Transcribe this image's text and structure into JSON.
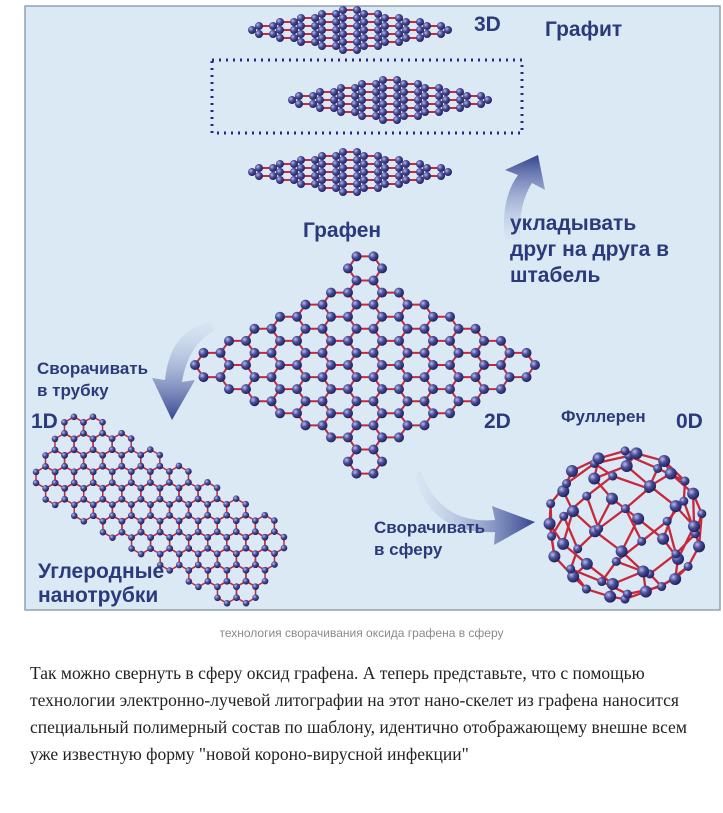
{
  "figure": {
    "labels": {
      "dim_3d": "3D",
      "graphite": "Графит",
      "graphene": "Графен",
      "stack": [
        "укладывать",
        "друг на друга в",
        "штабель"
      ],
      "roll_tube": [
        "Сворачивать",
        "в трубку"
      ],
      "dim_1d": "1D",
      "dim_2d": "2D",
      "fullerene": "Фуллерен",
      "dim_0d": "0D",
      "roll_sphere": [
        "Сворачивать",
        "в сферу"
      ],
      "nanotubes": [
        "Углеродные",
        "нанотрубки"
      ]
    },
    "colors": {
      "background": "#dbe9f5",
      "bond": "#c8283c",
      "atom": "#3d3f8c",
      "arrow": "#3a4a9a"
    }
  },
  "caption": "технология сворачивания оксида графена в сферу",
  "paragraph": "Так можно свернуть в сферу оксид графена. А теперь представьте, что с помощью технологии электронно-лучевой литографии на этот нано-скелет из графена наносится специальный полимерный состав по шаблону, идентично отображающему внешне всем уже известную форму \"новой короно-вирусной инфекции\""
}
